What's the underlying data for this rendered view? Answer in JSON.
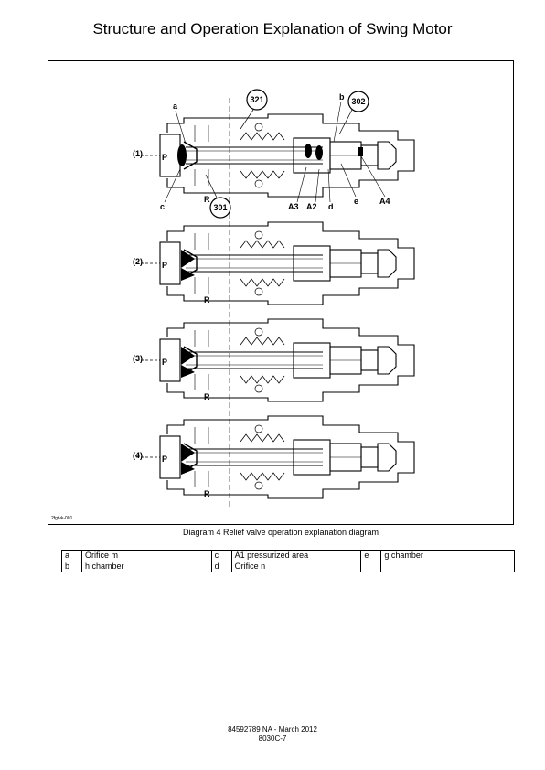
{
  "page": {
    "title": "Structure and Operation Explanation of Swing Motor"
  },
  "figure": {
    "id": "2fgtvk-001",
    "caption": "Diagram 4 Relief valve operation explanation diagram",
    "states": [
      "(1)",
      "(2)",
      "(3)",
      "(4)"
    ],
    "port_p": "P",
    "port_r": "R",
    "callouts": {
      "c321": "321",
      "c302": "302",
      "c301": "301",
      "a": "a",
      "b": "b",
      "c": "c",
      "d": "d",
      "e": "e",
      "A2": "A2",
      "A3": "A3",
      "A4": "A4"
    }
  },
  "legend": {
    "rows": [
      [
        "a",
        "Orifice m",
        "c",
        "A1 pressurized area",
        "e",
        "g chamber"
      ],
      [
        "b",
        "h chamber",
        "d",
        "Orifice n",
        "",
        ""
      ]
    ]
  },
  "footer": {
    "line1": "84592789 NA - March 2012",
    "line2": "8030C-7"
  }
}
